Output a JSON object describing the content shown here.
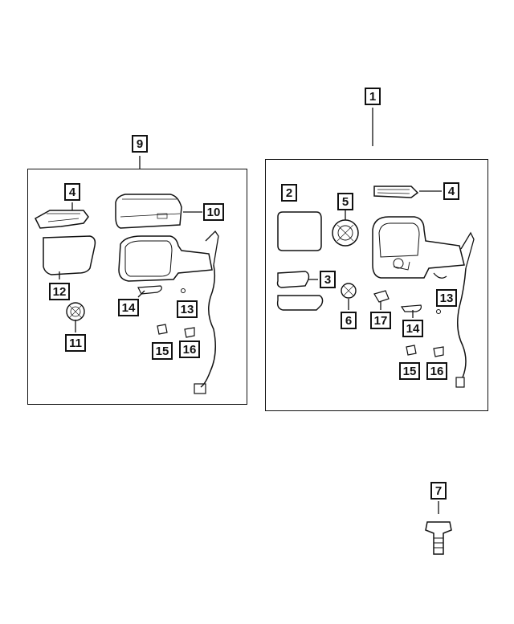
{
  "callouts": {
    "c1": "1",
    "c2": "2",
    "c3": "3",
    "c4_right": "4",
    "c4_left": "4",
    "c5": "5",
    "c6": "6",
    "c7": "7",
    "c9": "9",
    "c10": "10",
    "c11": "11",
    "c12": "12",
    "c13_left": "13",
    "c13_right": "13",
    "c14_left": "14",
    "c14_right": "14",
    "c15_left": "15",
    "c15_right": "15",
    "c16_left": "16",
    "c16_right": "16",
    "c17": "17"
  }
}
